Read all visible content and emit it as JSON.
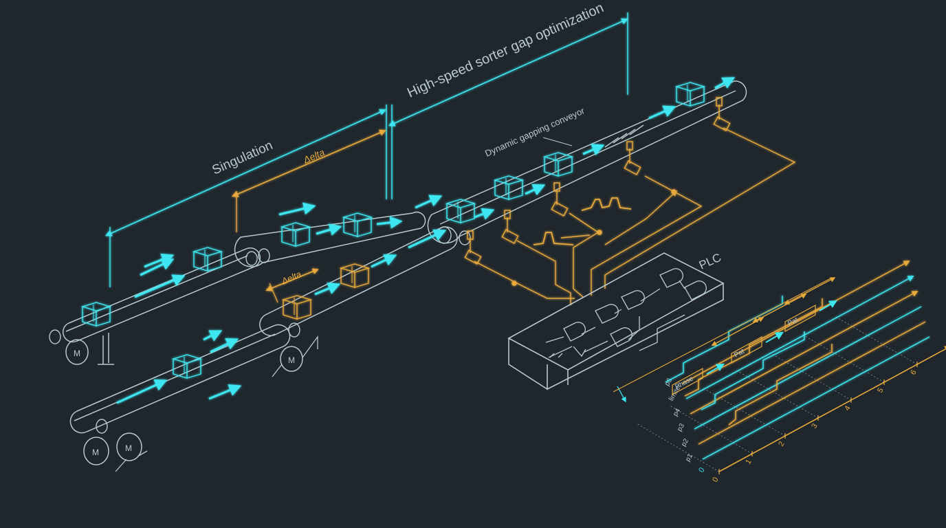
{
  "colors": {
    "background": "#1f272d",
    "line": "#b8c9d0",
    "accent_cyan": "#3ee6f0",
    "accent_orange": "#e8a93c"
  },
  "labels": {
    "singulation": "Singulation",
    "delta_top": "Δelta",
    "delta_lower": "Δelta",
    "high_speed": "High-speed sorter gap optimization",
    "dynamic_gapping": "Dynamic gapping conveyor",
    "plc": "PLC",
    "motor": "M"
  },
  "timing": {
    "row_labels": [
      "p1",
      "p2",
      "p3",
      "p4",
      "limiter",
      "p6"
    ],
    "axis_orange": [
      "0",
      "1",
      "2",
      "3",
      "4",
      "5",
      "6"
    ],
    "axis_cyan": [
      "0"
    ],
    "box_labels": [
      "Phase",
      "Pat",
      "Pat"
    ]
  }
}
